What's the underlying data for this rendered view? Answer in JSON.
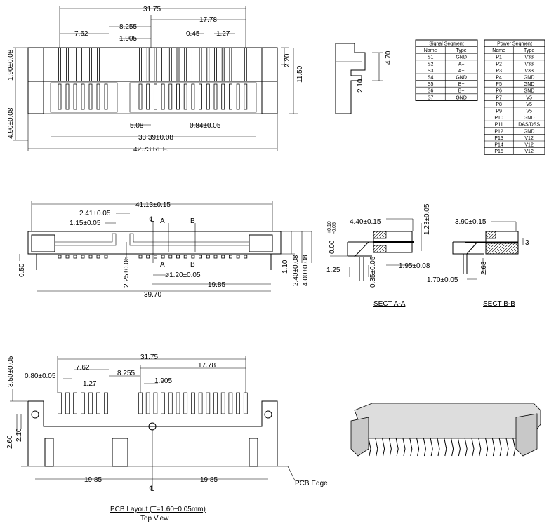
{
  "top_view": {
    "dim_31_75": "31.75",
    "dim_17_78": "17.78",
    "dim_8_255": "8.255",
    "dim_7_62": "7.62",
    "dim_1_905": "1.905",
    "dim_0_45": "0.45",
    "dim_1_27": "1.27",
    "dim_1_90": "1.90±0.08",
    "dim_4_90": "4.90±0.08",
    "dim_2_20": "2.20",
    "dim_11_50": "11.50",
    "dim_5_08": "5.08",
    "dim_0_84": "0.84±0.05",
    "dim_33_39": "33.39±0.08",
    "dim_42_73": "42.73 REF."
  },
  "side_view": {
    "dim_4_70": "4.70",
    "dim_2_10": "2.10"
  },
  "signal_table": {
    "title": "Signal Segment",
    "headers": [
      "Name",
      "Type"
    ],
    "rows": [
      [
        "S1",
        "GND"
      ],
      [
        "S2",
        "A+"
      ],
      [
        "S3",
        "A−"
      ],
      [
        "S4",
        "GND"
      ],
      [
        "S5",
        "B−"
      ],
      [
        "S6",
        "B+"
      ],
      [
        "S7",
        "GND"
      ]
    ]
  },
  "power_table": {
    "title": "Power Segment",
    "headers": [
      "Name",
      "Type"
    ],
    "rows": [
      [
        "P1",
        "V33"
      ],
      [
        "P2",
        "V33"
      ],
      [
        "P3",
        "V33"
      ],
      [
        "P4",
        "GND"
      ],
      [
        "P5",
        "GND"
      ],
      [
        "P6",
        "GND"
      ],
      [
        "P7",
        "V5"
      ],
      [
        "P8",
        "V5"
      ],
      [
        "P9",
        "V5"
      ],
      [
        "P10",
        "GND"
      ],
      [
        "P11",
        "DAS/DSS"
      ],
      [
        "P12",
        "GND"
      ],
      [
        "P13",
        "V12"
      ],
      [
        "P14",
        "V12"
      ],
      [
        "P15",
        "V12"
      ]
    ]
  },
  "front_view": {
    "dim_41_13": "41.13±0.15",
    "dim_2_41": "2.41±0.05",
    "dim_1_15": "1.15±0.05",
    "centerline": "℄",
    "sect_a": "A",
    "sect_b": "B",
    "dim_0_50": "0.50",
    "dim_2_25": "2.25±0.05",
    "dim_hole": "ø1.20±0.05",
    "dim_19_85": "19.85",
    "dim_39_70": "39.70",
    "dim_1_10": "1.10",
    "dim_2_40": "2.40±0.08",
    "dim_4_00": "4.00±0.08"
  },
  "sect_aa": {
    "dim_4_40": "4.40±0.15",
    "dim_1_23": "1.23±0.05",
    "dim_0_00": "0.00",
    "tol_plus": "+0.10",
    "tol_minus": "-0.05",
    "dim_1_25": "1.25",
    "dim_0_35": "0.35±0.05",
    "dim_1_95": "1.95±0.08",
    "title": "SECT A-A"
  },
  "sect_bb": {
    "dim_3_90": "3.90±0.15",
    "dim_3": "3",
    "dim_2_63": "2.63",
    "dim_1_70": "1.70±0.05",
    "title": "SECT B-B"
  },
  "pcb_layout": {
    "dim_31_75": "31.75",
    "dim_17_78": "17.78",
    "dim_8_255": "8.255",
    "dim_7_62": "7.62",
    "dim_0_80": "0.80±0.05",
    "dim_1_27": "1.27",
    "dim_1_905": "1.905",
    "dim_3_50": "3.50±0.05",
    "dim_2_60": "2.60",
    "dim_2_10": "2.10",
    "dim_19_85_left": "19.85",
    "dim_19_85_right": "19.85",
    "centerline": "℄",
    "pcb_edge": "PCB Edge",
    "title": "PCB Layout (T=1.60±0.05mm)",
    "subtitle": "Top View"
  }
}
